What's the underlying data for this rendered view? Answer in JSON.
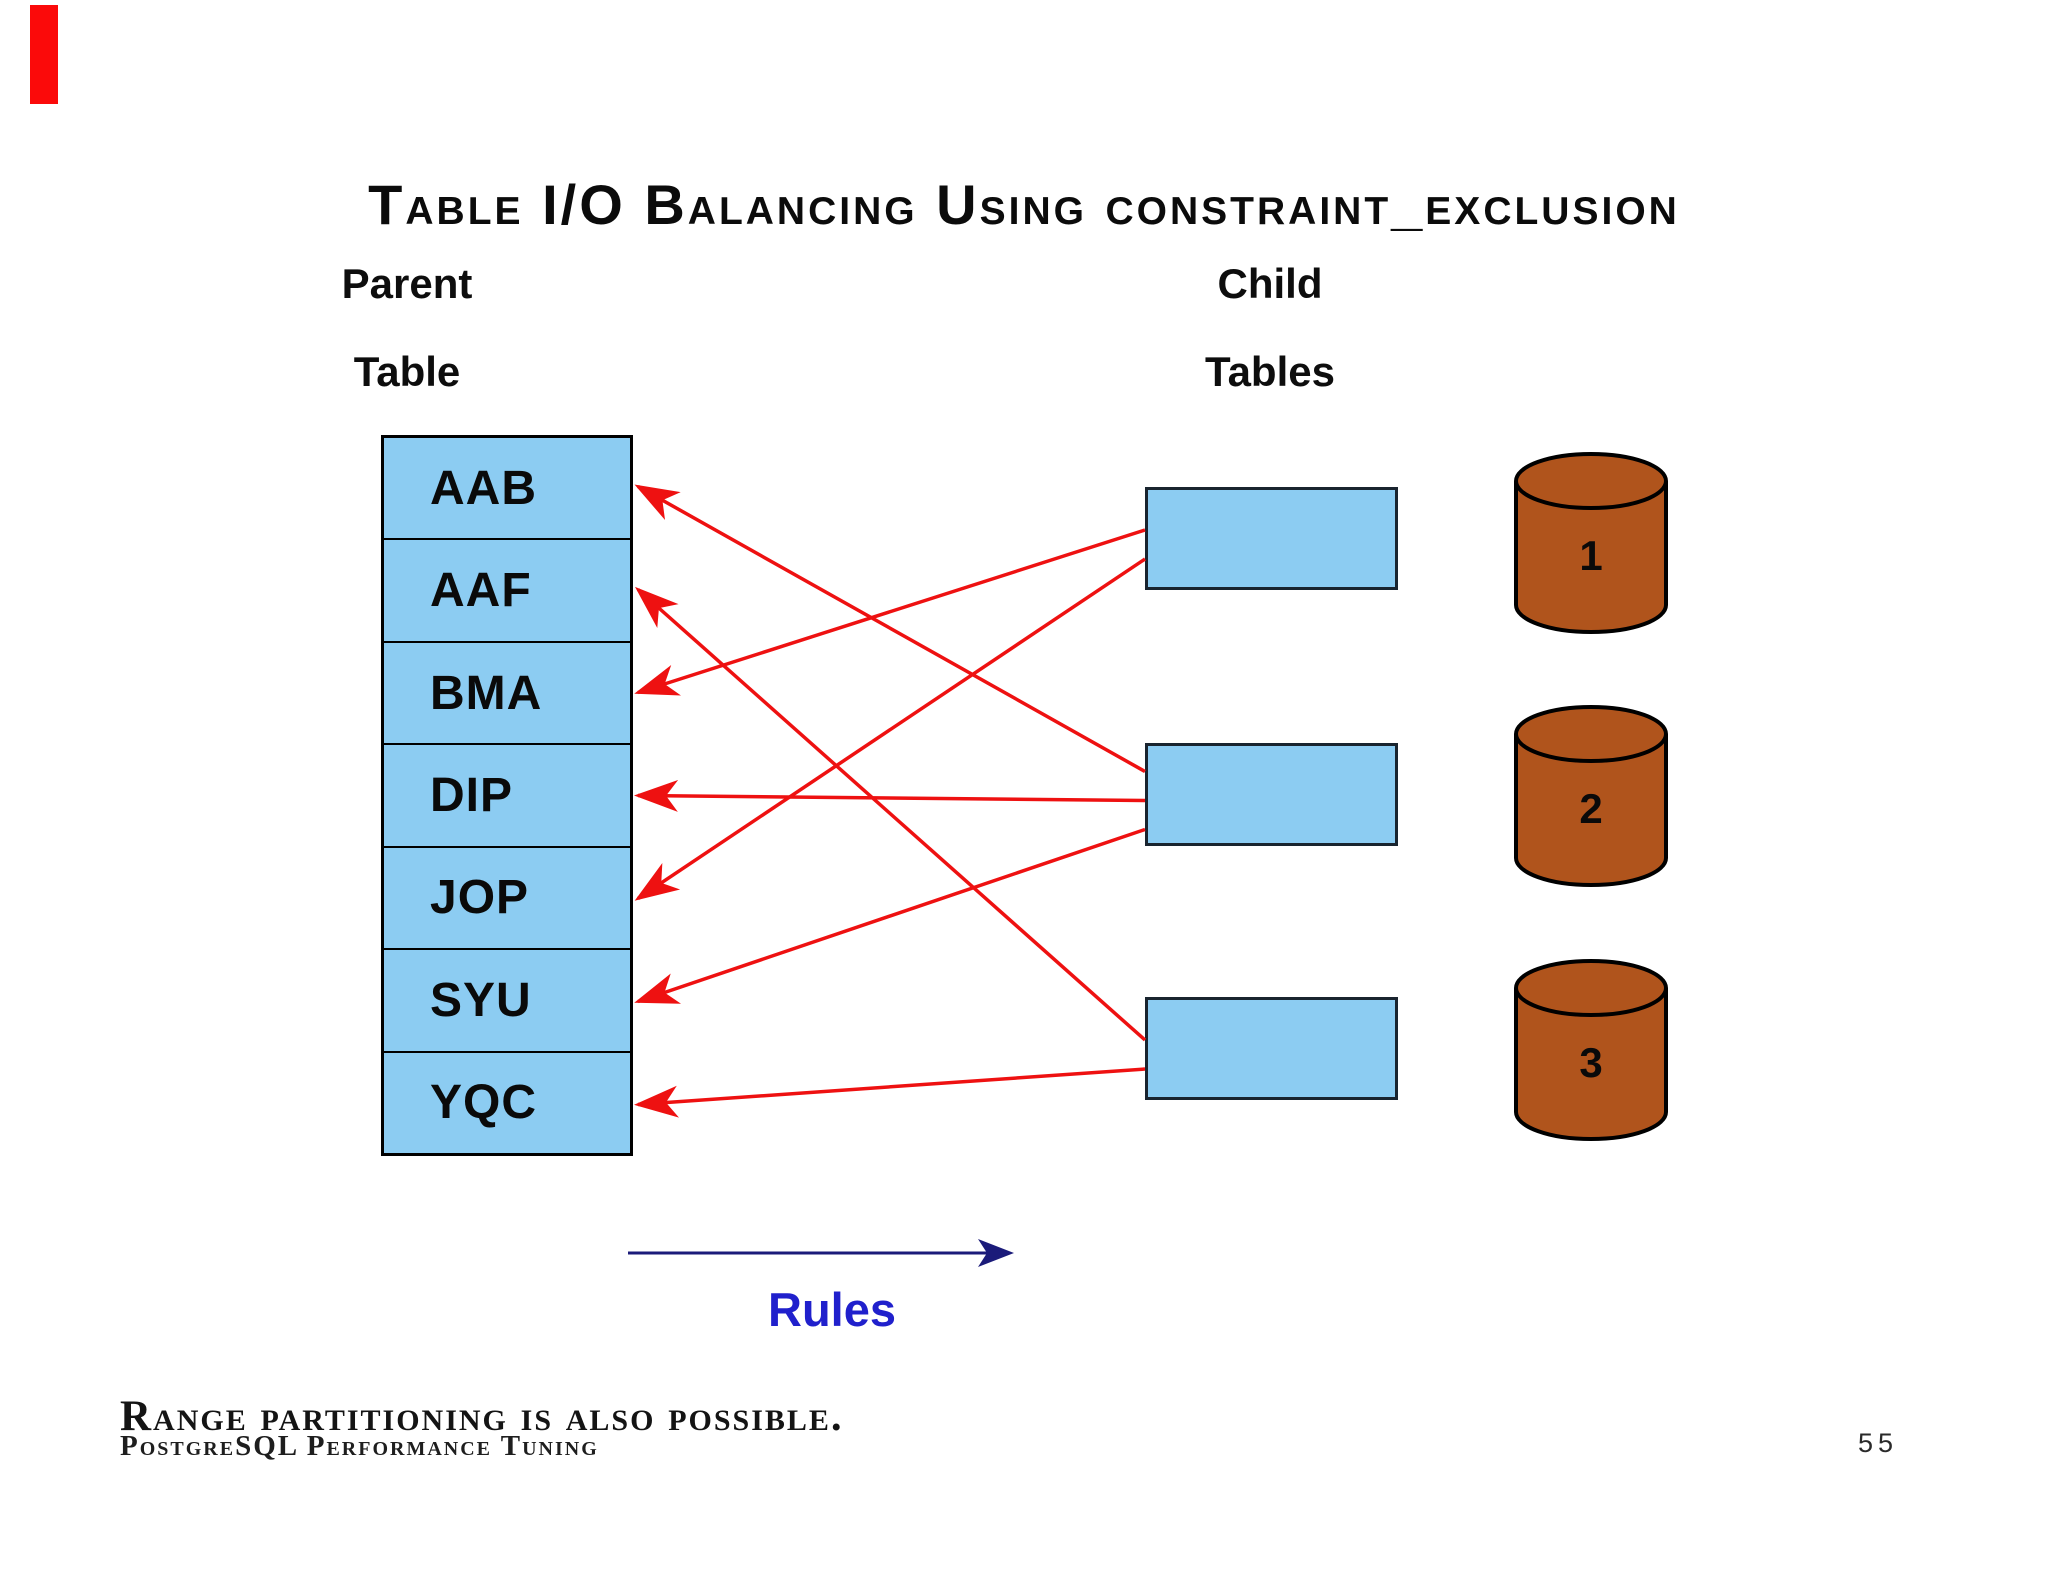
{
  "slide": {
    "title": "Table I/O Balancing Using constraint_exclusion",
    "range_note": "Range partitioning is also possible.",
    "footer_left": "PostgreSQL Performance Tuning",
    "page_number": "55",
    "rules_label": "Rules"
  },
  "parent": {
    "heading_line1": "Parent",
    "heading_line2": "Table",
    "rows": [
      "AAB",
      "AAF",
      "BMA",
      "DIP",
      "JOP",
      "SYU",
      "YQC"
    ]
  },
  "children": {
    "heading_line1": "Child",
    "heading_line2": "Tables",
    "box_count": 3
  },
  "disks": [
    "1",
    "2",
    "3"
  ],
  "connections": [
    {
      "from_child": 1,
      "to_row": "BMA"
    },
    {
      "from_child": 1,
      "to_row": "JOP"
    },
    {
      "from_child": 2,
      "to_row": "AAB"
    },
    {
      "from_child": 2,
      "to_row": "DIP"
    },
    {
      "from_child": 2,
      "to_row": "SYU"
    },
    {
      "from_child": 3,
      "to_row": "AAF"
    },
    {
      "from_child": 3,
      "to_row": "YQC"
    }
  ],
  "colors": {
    "table_fill": "#8cccf2",
    "table_border": "#000000",
    "child_border": "#19242f",
    "disk_fill": "#b0541c",
    "connection_red": "#ee1111",
    "rules_blue": "#2020cc",
    "arrow_navy": "#1b1b7a",
    "accent_red": "#fb0a0a"
  }
}
